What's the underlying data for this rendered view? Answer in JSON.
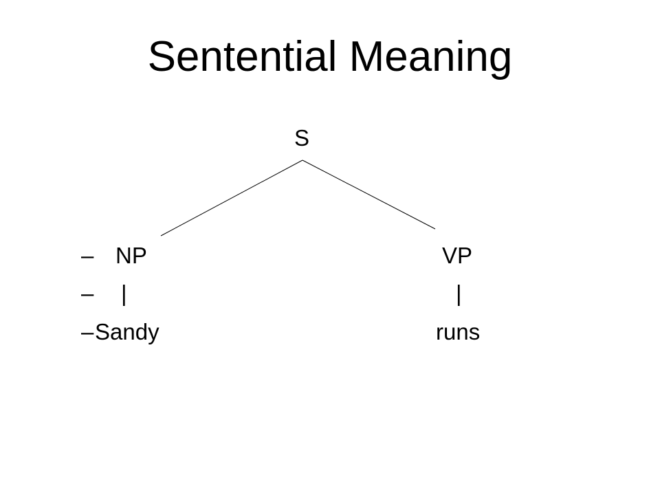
{
  "slide": {
    "title": "Sentential Meaning"
  },
  "tree": {
    "root": "S",
    "left": {
      "category": "NP",
      "connector": "|",
      "word": "Sandy"
    },
    "right": {
      "category": "VP",
      "connector": "|",
      "word": "runs"
    }
  },
  "bullets": {
    "marker": "–"
  },
  "colors": {
    "text": "#000000",
    "background": "#ffffff"
  }
}
